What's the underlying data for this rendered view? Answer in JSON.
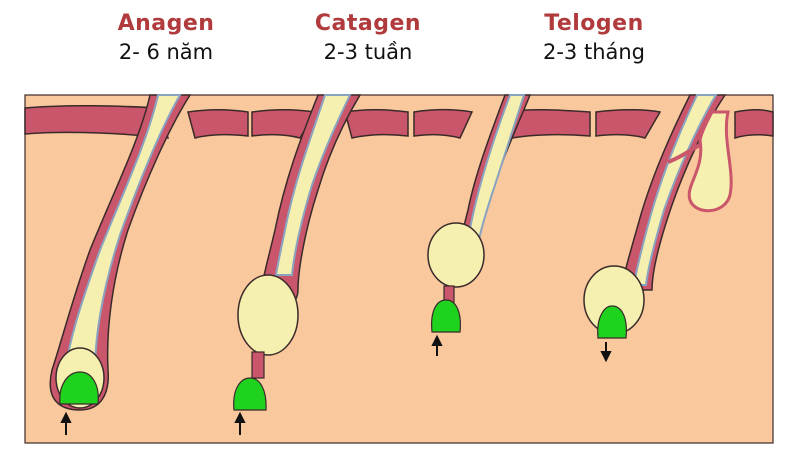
{
  "phases": [
    {
      "name": "Anagen",
      "duration": "2- 6 năm"
    },
    {
      "name": "Catagen",
      "duration": "2-3 tuần"
    },
    {
      "name": "Telogen",
      "duration": "2-3 tháng"
    }
  ],
  "colors": {
    "phase_name": "#b03a3c",
    "skin_background": "#f9c89d",
    "epidermis": "#c9566a",
    "epidermis_outline": "#3a2a2a",
    "hair_shaft": "#f6f0b0",
    "hair_sheath": "#8aa3c0",
    "papilla": "#1ed21e",
    "arrow": "#111111"
  }
}
